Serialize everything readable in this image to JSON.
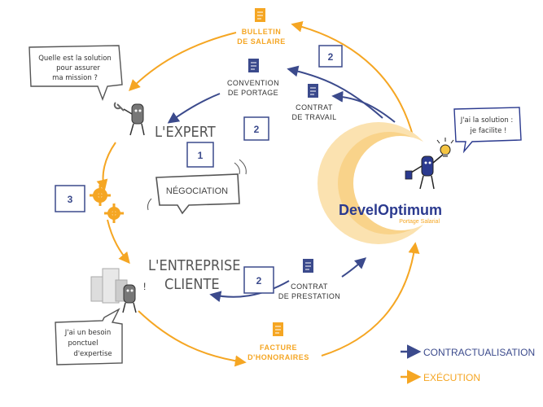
{
  "nodes": {
    "expert": "L'EXPERT",
    "client_line1": "L'ENTREPRISE",
    "client_line2": "CLIENTE",
    "negotiation": "NÉGOCIATION"
  },
  "brand": {
    "name_part1": "Devel",
    "name_part2": "Optimum",
    "tagline": "Portage Salarial",
    "primary_color": "#2b3a8f",
    "accent_color": "#f5a623"
  },
  "documents": {
    "bulletin_line1": "BULLETIN",
    "bulletin_line2": "DE SALAIRE",
    "convention_line1": "CONVENTION",
    "convention_line2": "DE PORTAGE",
    "contrat_travail_line1": "CONTRAT",
    "contrat_travail_line2": "DE TRAVAIL",
    "contrat_prestation_line1": "CONTRAT",
    "contrat_prestation_line2": "DE PRESTATION",
    "facture_line1": "FACTURE",
    "facture_line2": "D'HONORAIRES"
  },
  "bubbles": {
    "expert_question_line1": "Quelle est la solution",
    "expert_question_line2": "pour assurer",
    "expert_question_line3": "ma mission ?",
    "developtimum_line1": "J'ai la solution :",
    "developtimum_line2": "je facilite !",
    "client_line1": "J'ai un besoin",
    "client_line2": "ponctuel",
    "client_line3": "d'expertise"
  },
  "step_numbers": {
    "top_right": "2",
    "expert_side": "2",
    "negotiation": "1",
    "gears": "3",
    "prestation": "2"
  },
  "legend": {
    "contract": "CONTRACTUALISATION",
    "execution": "EXÉCUTION",
    "contract_color": "#3b4a8c",
    "execution_color": "#f5a623"
  }
}
